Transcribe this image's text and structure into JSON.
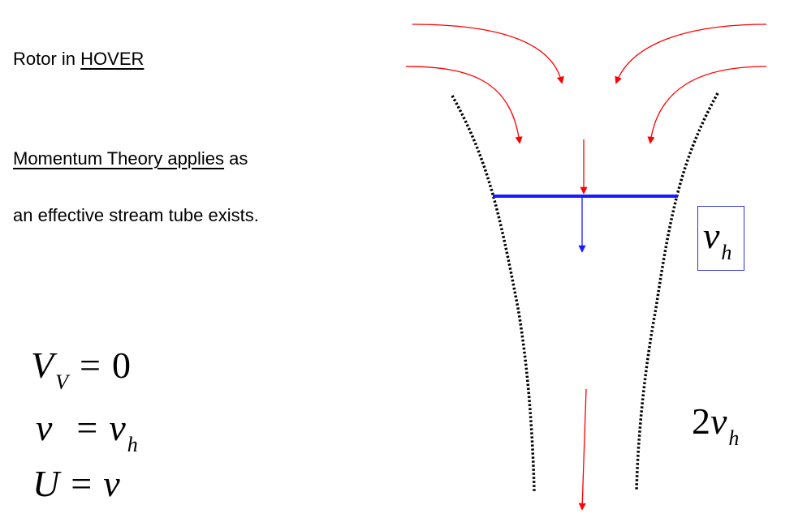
{
  "heading": {
    "prefix": "Rotor in ",
    "emphasis": "HOVER"
  },
  "explanation": {
    "underlined": "Momentum Theory applies",
    "rest_line1": " as",
    "line2": "an effective stream tube exists."
  },
  "equations": [
    {
      "lhs": "V",
      "lhs_sub": "V",
      "op": "=",
      "rhs": "0",
      "rhs_sub": ""
    },
    {
      "lhs": "v",
      "lhs_sub": "",
      "op": "=",
      "rhs": "v",
      "rhs_sub": "h"
    },
    {
      "lhs": "U",
      "lhs_sub": "",
      "op": "=",
      "rhs": "v",
      "rhs_sub": ""
    }
  ],
  "diagram": {
    "rotor_velocity": {
      "symbol": "v",
      "sub": "h"
    },
    "wake_velocity": {
      "coefficient": "2",
      "symbol": "v",
      "sub": "h"
    },
    "colors": {
      "inflow_arrow": "#ff0000",
      "rotor_disk": "#1a1aff",
      "stream_tube": "#000000",
      "box": "#3333cc"
    }
  }
}
